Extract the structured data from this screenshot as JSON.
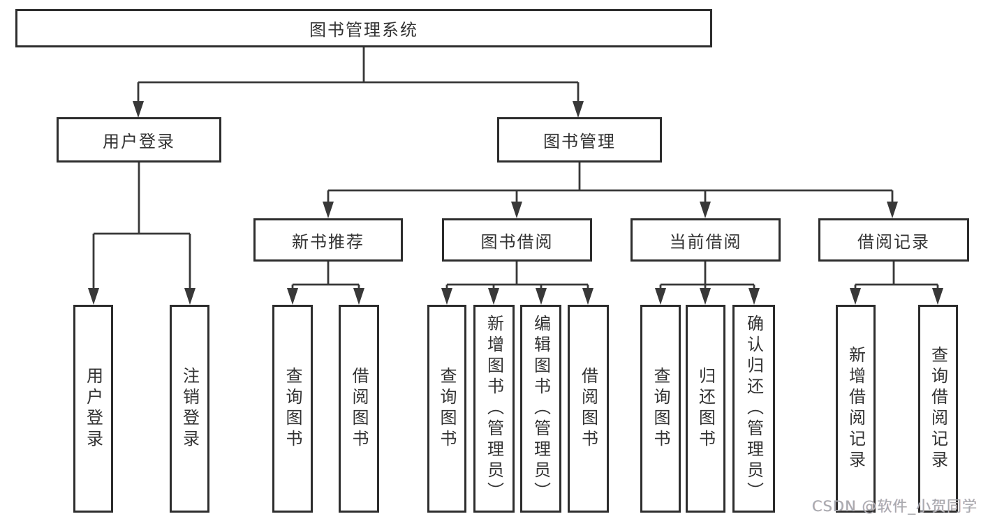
{
  "diagram_title": "图书管理系统",
  "tree": {
    "label": "图书管理系统",
    "children": [
      {
        "label": "用户登录",
        "children": [
          {
            "label": "用户登录"
          },
          {
            "label": "注销登录"
          }
        ]
      },
      {
        "label": "图书管理",
        "children": [
          {
            "label": "新书推荐",
            "children": [
              {
                "label": "查询图书"
              },
              {
                "label": "借阅图书"
              }
            ]
          },
          {
            "label": "图书借阅",
            "children": [
              {
                "label": "查询图书"
              },
              {
                "label": "新增图书（管理员）"
              },
              {
                "label": "编辑图书（管理员）"
              },
              {
                "label": "借阅图书"
              }
            ]
          },
          {
            "label": "当前借阅",
            "children": [
              {
                "label": "查询图书"
              },
              {
                "label": "归还图书"
              },
              {
                "label": "确认归还（管理员）"
              }
            ]
          },
          {
            "label": "借阅记录",
            "children": [
              {
                "label": "新增借阅记录"
              },
              {
                "label": "查询借阅记录"
              }
            ]
          }
        ]
      }
    ]
  },
  "watermark": "CSDN @软件_小贺同学",
  "colors": {
    "line": "#383838",
    "box_border": "#2d2d2d",
    "text": "#333333",
    "watermark": "#a9aaae",
    "background": "#ffffff"
  }
}
